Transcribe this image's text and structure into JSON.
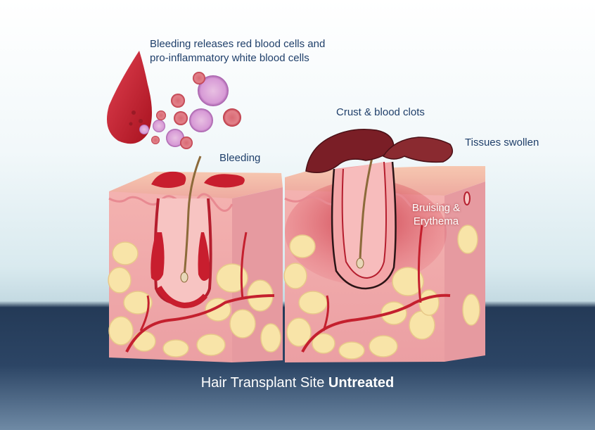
{
  "labels": {
    "bleeding_releases_line1": "Bleeding releases red blood cells and",
    "bleeding_releases_line2": "pro-inflammatory white blood cells",
    "bleeding": "Bleeding",
    "crust": "Crust & blood clots",
    "tissues": "Tissues swollen",
    "bruising_line1": "Bruising &",
    "bruising_line2": "Erythema"
  },
  "caption": {
    "normal": "Hair Transplant Site ",
    "bold": "Untreated"
  },
  "colors": {
    "label_text": "#1f3f6a",
    "blood": "#c81e2e",
    "skin": "#f3b8b4",
    "fat": "#f8e4a8",
    "crust": "#7a1e26",
    "background_dark": "#243a57"
  }
}
